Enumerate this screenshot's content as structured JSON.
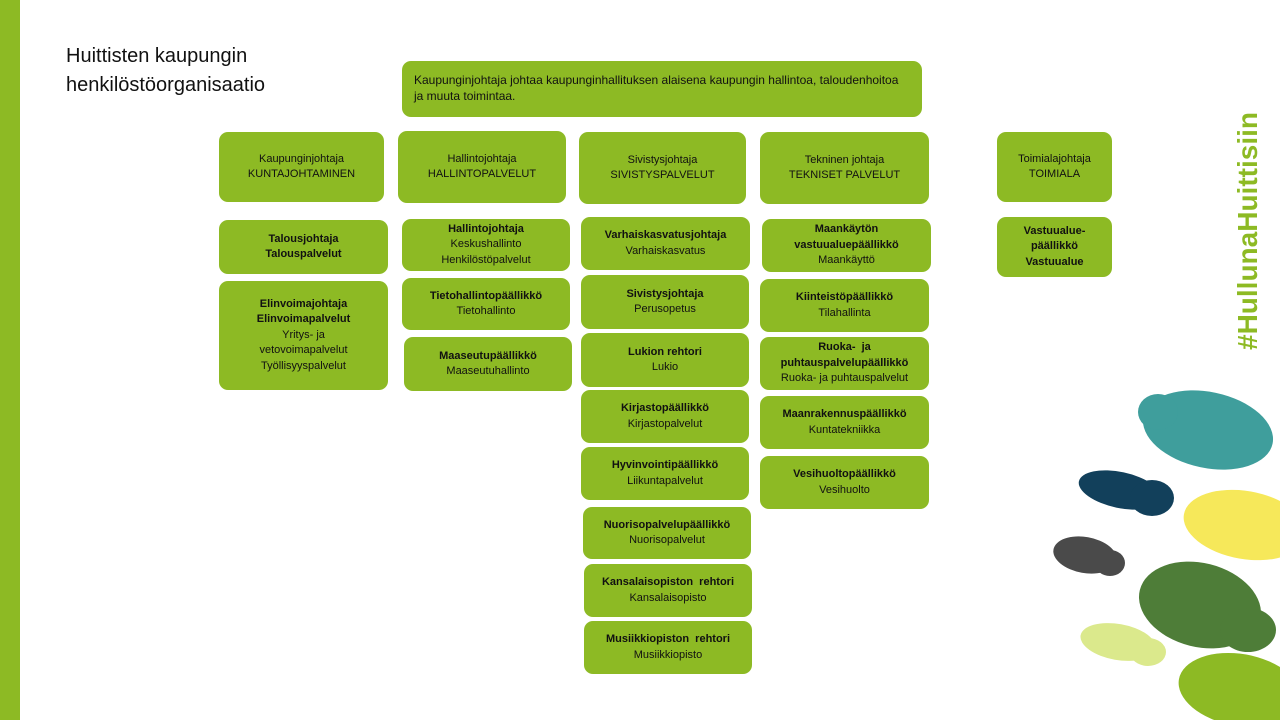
{
  "title": {
    "line1": "Huittisten kaupungin",
    "line2": "henkilöstöorganisaatio"
  },
  "intro": "Kaupunginjohtaja johtaa kaupunginhallituksen alaisena kaupungin hallintoa, taloudenhoitoa ja muuta toimintaa.",
  "hashtag": "#HullunaHuittisiin",
  "colors": {
    "green": "#8dba24",
    "teal": "#3f9e9c",
    "navy": "#12405b",
    "yellow": "#f6e85a",
    "gray": "#4a4a4a",
    "dark_green": "#4e7d38",
    "light_green": "#dbe98c"
  },
  "heads": {
    "kj": {
      "role": "Kaupunginjohtaja",
      "unit": "KUNTAJOHTAMINEN"
    },
    "hj": {
      "role": "Hallintojohtaja",
      "unit": "HALLINTOPALVELUT"
    },
    "sj": {
      "role": "Sivistysjohtaja",
      "unit": "SIVISTYSPALVELUT"
    },
    "tj": {
      "role": "Tekninen johtaja",
      "unit": "TEKNISET  PALVELUT"
    },
    "tmj": {
      "role": "Toimialajohtaja",
      "unit": "TOIMIALA"
    }
  },
  "kunta": {
    "talous": {
      "role": "Talousjohtaja",
      "unit": "Talouspalvelut"
    },
    "elinvoima": {
      "role": "Elinvoimajohtaja",
      "unit": "Elinvoimapalvelut",
      "sub1": "Yritys- ja",
      "sub2": "vetovoimapalvelut",
      "sub3": "Työllisyyspalvelut"
    }
  },
  "hallinto": {
    "hj2": {
      "role": "Hallintojohtaja",
      "unit": "Keskushallinto",
      "unit2": "Henkilöstöpalvelut"
    },
    "tieto": {
      "role": "Tietohallintopäällikkö",
      "unit": "Tietohallinto"
    },
    "maaseutu": {
      "role": "Maaseutupäällikkö",
      "unit": "Maaseutuhallinto"
    }
  },
  "sivistys": {
    "varh": {
      "role": "Varhaiskasvatusjohtaja",
      "unit": "Varhaiskasvatus"
    },
    "perus": {
      "role": "Sivistysjohtaja",
      "unit": "Perusopetus"
    },
    "lukio": {
      "role": "Lukion rehtori",
      "unit": "Lukio"
    },
    "kirjasto": {
      "role": "Kirjastopäällikkö",
      "unit": "Kirjastopalvelut"
    },
    "hyvin": {
      "role": "Hyvinvointipäällikkö",
      "unit": "Liikuntapalvelut"
    },
    "nuoriso": {
      "role": "Nuorisopalvelupäällikkö",
      "unit": "Nuorisopalvelut"
    },
    "kansalais": {
      "role": "Kansalaisopiston  rehtori",
      "unit": "Kansalaisopisto"
    },
    "musiikki": {
      "role": "Musiikkiopiston  rehtori",
      "unit": "Musiikkiopisto"
    }
  },
  "tekninen": {
    "maank": {
      "role1": "Maankäytön",
      "role2": "vastuualuepäällikkö",
      "unit": "Maankäyttö"
    },
    "kiint": {
      "role": "Kiinteistöpäällikkö",
      "unit": "Tilahallinta"
    },
    "ruoka": {
      "role1": "Ruoka-  ja",
      "role2": "puhtauspalvelupäällikkö",
      "unit": "Ruoka- ja puhtauspalvelut"
    },
    "maanr": {
      "role": "Maanrakennuspäällikkö",
      "unit": "Kuntatekniikka"
    },
    "vesi": {
      "role": "Vesihuoltopäällikkö",
      "unit": "Vesihuolto"
    }
  },
  "toimiala": {
    "role1": "Vastuualue-",
    "role2": "päällikkö",
    "unit": "Vastuualue"
  }
}
